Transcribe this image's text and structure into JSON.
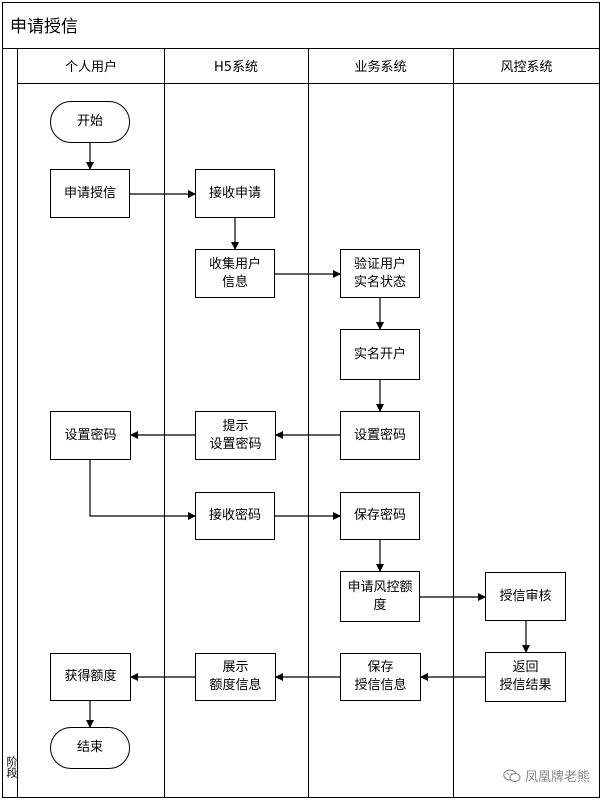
{
  "title": "申请授信",
  "phase_label": "阶段",
  "lanes": [
    "个人用户",
    "H5系统",
    "业务系统",
    "风控系统"
  ],
  "nodes": {
    "start": "开始",
    "apply": "申请授信",
    "receive_apply": "接收申请",
    "collect_info": "收集用户\n信息",
    "verify_user": "验证用户\n实名状态",
    "open_account": "实名开户",
    "set_pwd_biz": "设置密码",
    "prompt_set_pwd": "提示\n设置密码",
    "user_set_pwd": "设置密码",
    "receive_pwd": "接收密码",
    "save_pwd": "保存密码",
    "apply_limit": "申请风控额\n度",
    "credit_review": "授信审核",
    "return_result": "返回\n授信结果",
    "save_credit": "保存\n授信信息",
    "show_limit": "展示\n额度信息",
    "get_limit": "获得额度",
    "end": "结束"
  },
  "watermark": "凤凰牌老熊",
  "watermark_icon": "wechat-icon"
}
